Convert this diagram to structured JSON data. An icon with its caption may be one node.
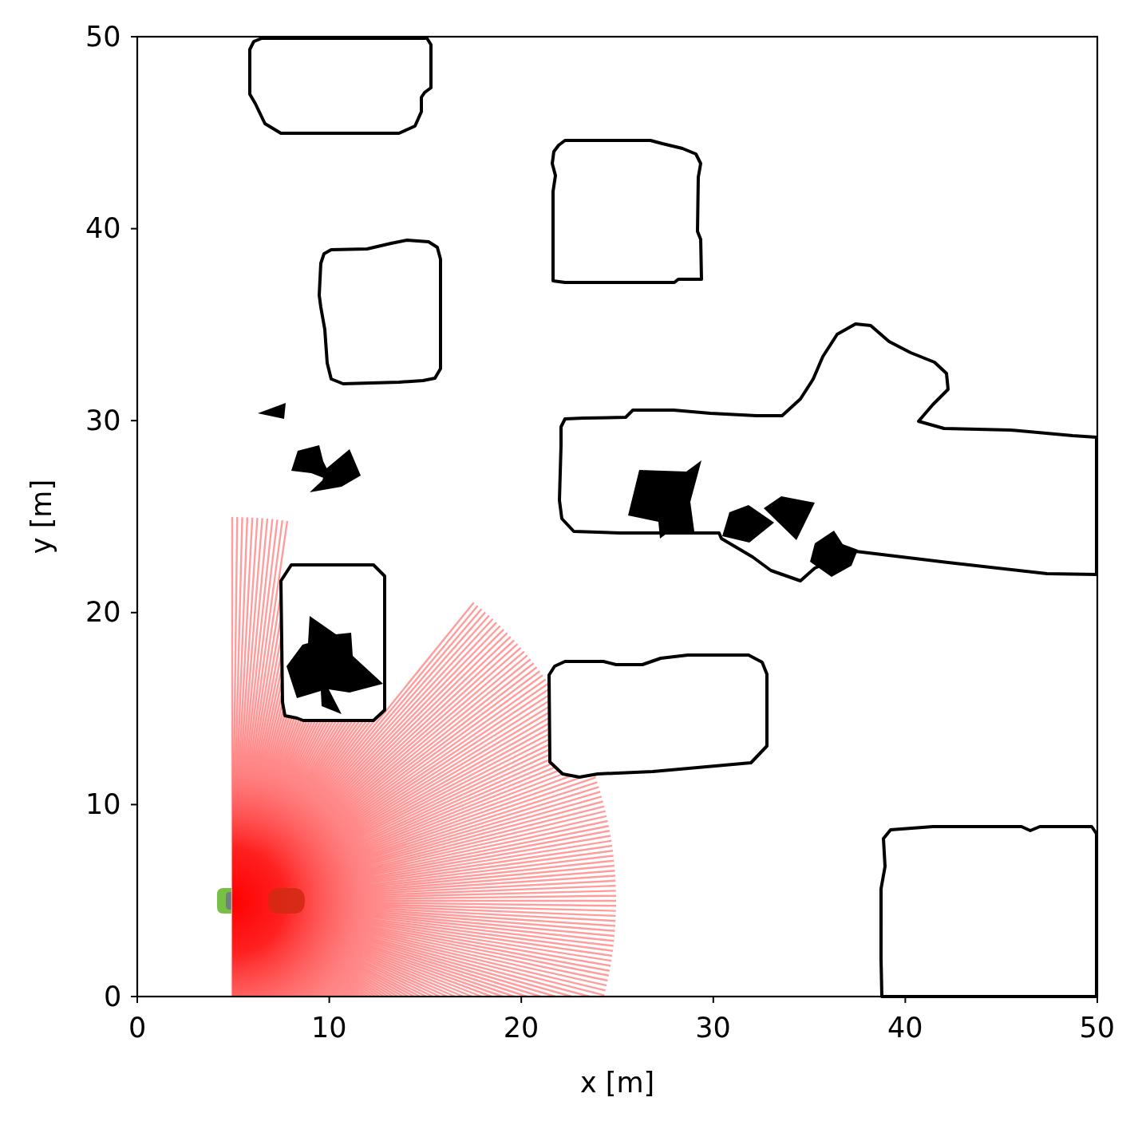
{
  "diagram": {
    "chart_data": {
      "type": "scatter",
      "xlabel": "x [m]",
      "ylabel": "y [m]",
      "xlim": [
        0,
        50
      ],
      "ylim": [
        0,
        50
      ],
      "xticks": [
        0,
        10,
        20,
        30,
        40,
        50
      ],
      "yticks": [
        0,
        10,
        20,
        30,
        40,
        50
      ]
    }
  }
}
